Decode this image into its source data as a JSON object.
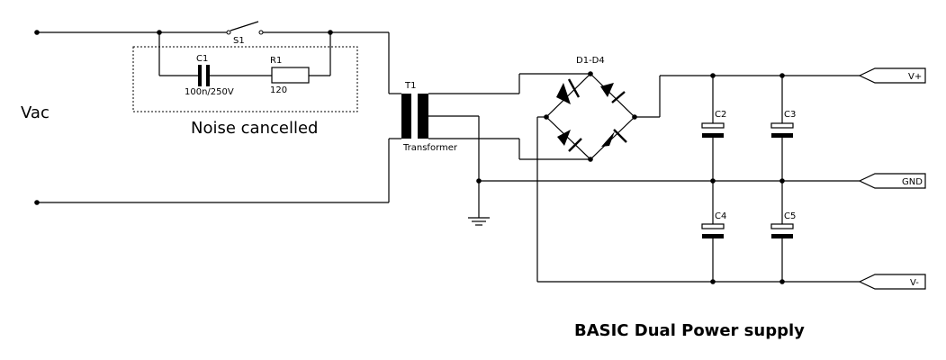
{
  "input_label": "Vac",
  "switch": {
    "ref": "S1"
  },
  "c1": {
    "ref": "C1",
    "value": "100n/250V"
  },
  "r1": {
    "ref": "R1",
    "value": "120"
  },
  "noise_box_label": "Noise cancelled",
  "transformer": {
    "ref": "T1",
    "name": "Transformer"
  },
  "bridge": {
    "ref": "D1-D4"
  },
  "caps": {
    "c2": "C2",
    "c3": "C3",
    "c4": "C4",
    "c5": "C5"
  },
  "outputs": {
    "vplus": "V+",
    "gnd": "GND",
    "vminus": "V-"
  },
  "title": "BASIC Dual Power supply"
}
